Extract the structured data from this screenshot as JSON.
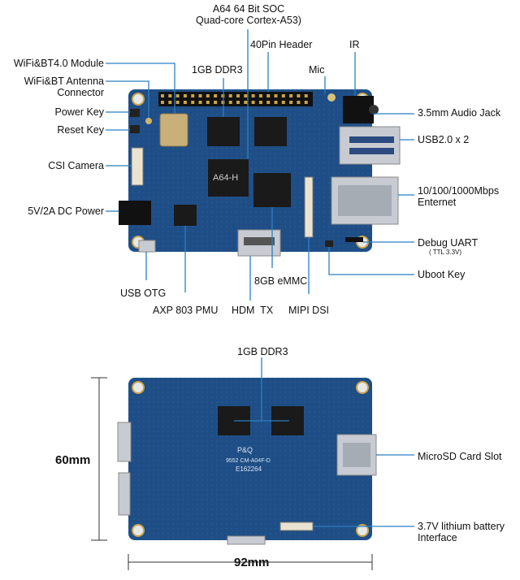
{
  "top_board": {
    "soc_line1": "A64 64 Bit SOC",
    "soc_line2": "Quad-core Cortex-A53)",
    "header_40pin": "40Pin Header",
    "ir": "IR",
    "mic": "Mic",
    "ddr3": "1GB DDR3",
    "wifi_module": "WiFi&BT4.0 Module",
    "wifi_antenna_line1": "WiFi&BT Antenna",
    "wifi_antenna_line2": "Connector",
    "power_key": "Power Key",
    "reset_key": "Reset Key",
    "csi_camera": "CSI Camera",
    "dc_power": "5V/2A DC Power",
    "audio_jack": "3.5mm Audio Jack",
    "usb2": "USB2.0 x 2",
    "ethernet_line1": "10/100/1000Mbps",
    "ethernet_line2": "Enternet",
    "debug_uart": "Debug UART",
    "debug_uart_sub": "( TTL 3.3V)",
    "uboot_key": "Uboot Key",
    "usb_otg": "USB OTG",
    "pmu": "AXP 803 PMU",
    "emmc": "8GB eMMC",
    "hdmi": "HDM  TX",
    "mipi": "MIPI DSI",
    "chip_marking": "A64-H"
  },
  "bottom_board": {
    "ddr3": "1GB DDR3",
    "microsd": "MicroSD Card Slot",
    "battery_line1": "3.7V lithium battery",
    "battery_line2": "Interface",
    "height_dim": "60mm",
    "width_dim": "92mm",
    "chip_marking_1": "P&Q",
    "chip_marking_2": "9552 CM-A04F-D",
    "chip_marking_3": "E162264"
  },
  "colors": {
    "pcb": "#1f4e86",
    "pcb_dark": "#163d6c",
    "chip": "#1a1a1a",
    "metal": "#c8ccd2",
    "gold": "#c9a54a",
    "leader": "#2a7fc1"
  }
}
